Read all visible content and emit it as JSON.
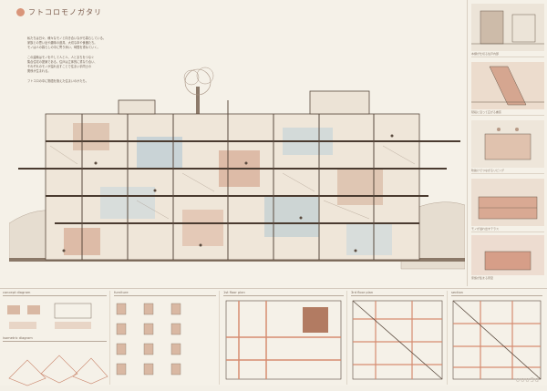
{
  "board": {
    "title": "フトコロモノガタリ",
    "intro": "私たちは日々、様々なモノと向き合いながら暮らしている。\n家族との思い出や趣味の道具、大切な本や食器たち。\nモノは人の暮らしの中に寄り添い、時間を重ねていく。\n\nこの建築はモノを介して人と人、人とまちをつなぐ\n集合住宅の提案である。住戸は立体的に重なり合い、\nそれぞれのモノが溢れ出すことで住まい手同士の\n関係が生まれる。\n\nフトコロの中に物語を抱えた住まいのかたち。",
    "watermark": "ooo3d"
  },
  "panels": {
    "concept_title": "concept diagram",
    "isometric_title": "isometric diagram",
    "furniture_title": "furniture",
    "plan1_title": "1st floor plan",
    "plan2_title": "3rd floor plan",
    "section_title": "section"
  },
  "perspectives": [
    {
      "caption": "本棚が仕切る住戸内部"
    },
    {
      "caption": "階段に沿って広がる書斎"
    },
    {
      "caption": "吹抜けでつながるリビング"
    },
    {
      "caption": "モノが溢れ出すテラス"
    },
    {
      "caption": "家族が集まる寝室"
    }
  ]
}
